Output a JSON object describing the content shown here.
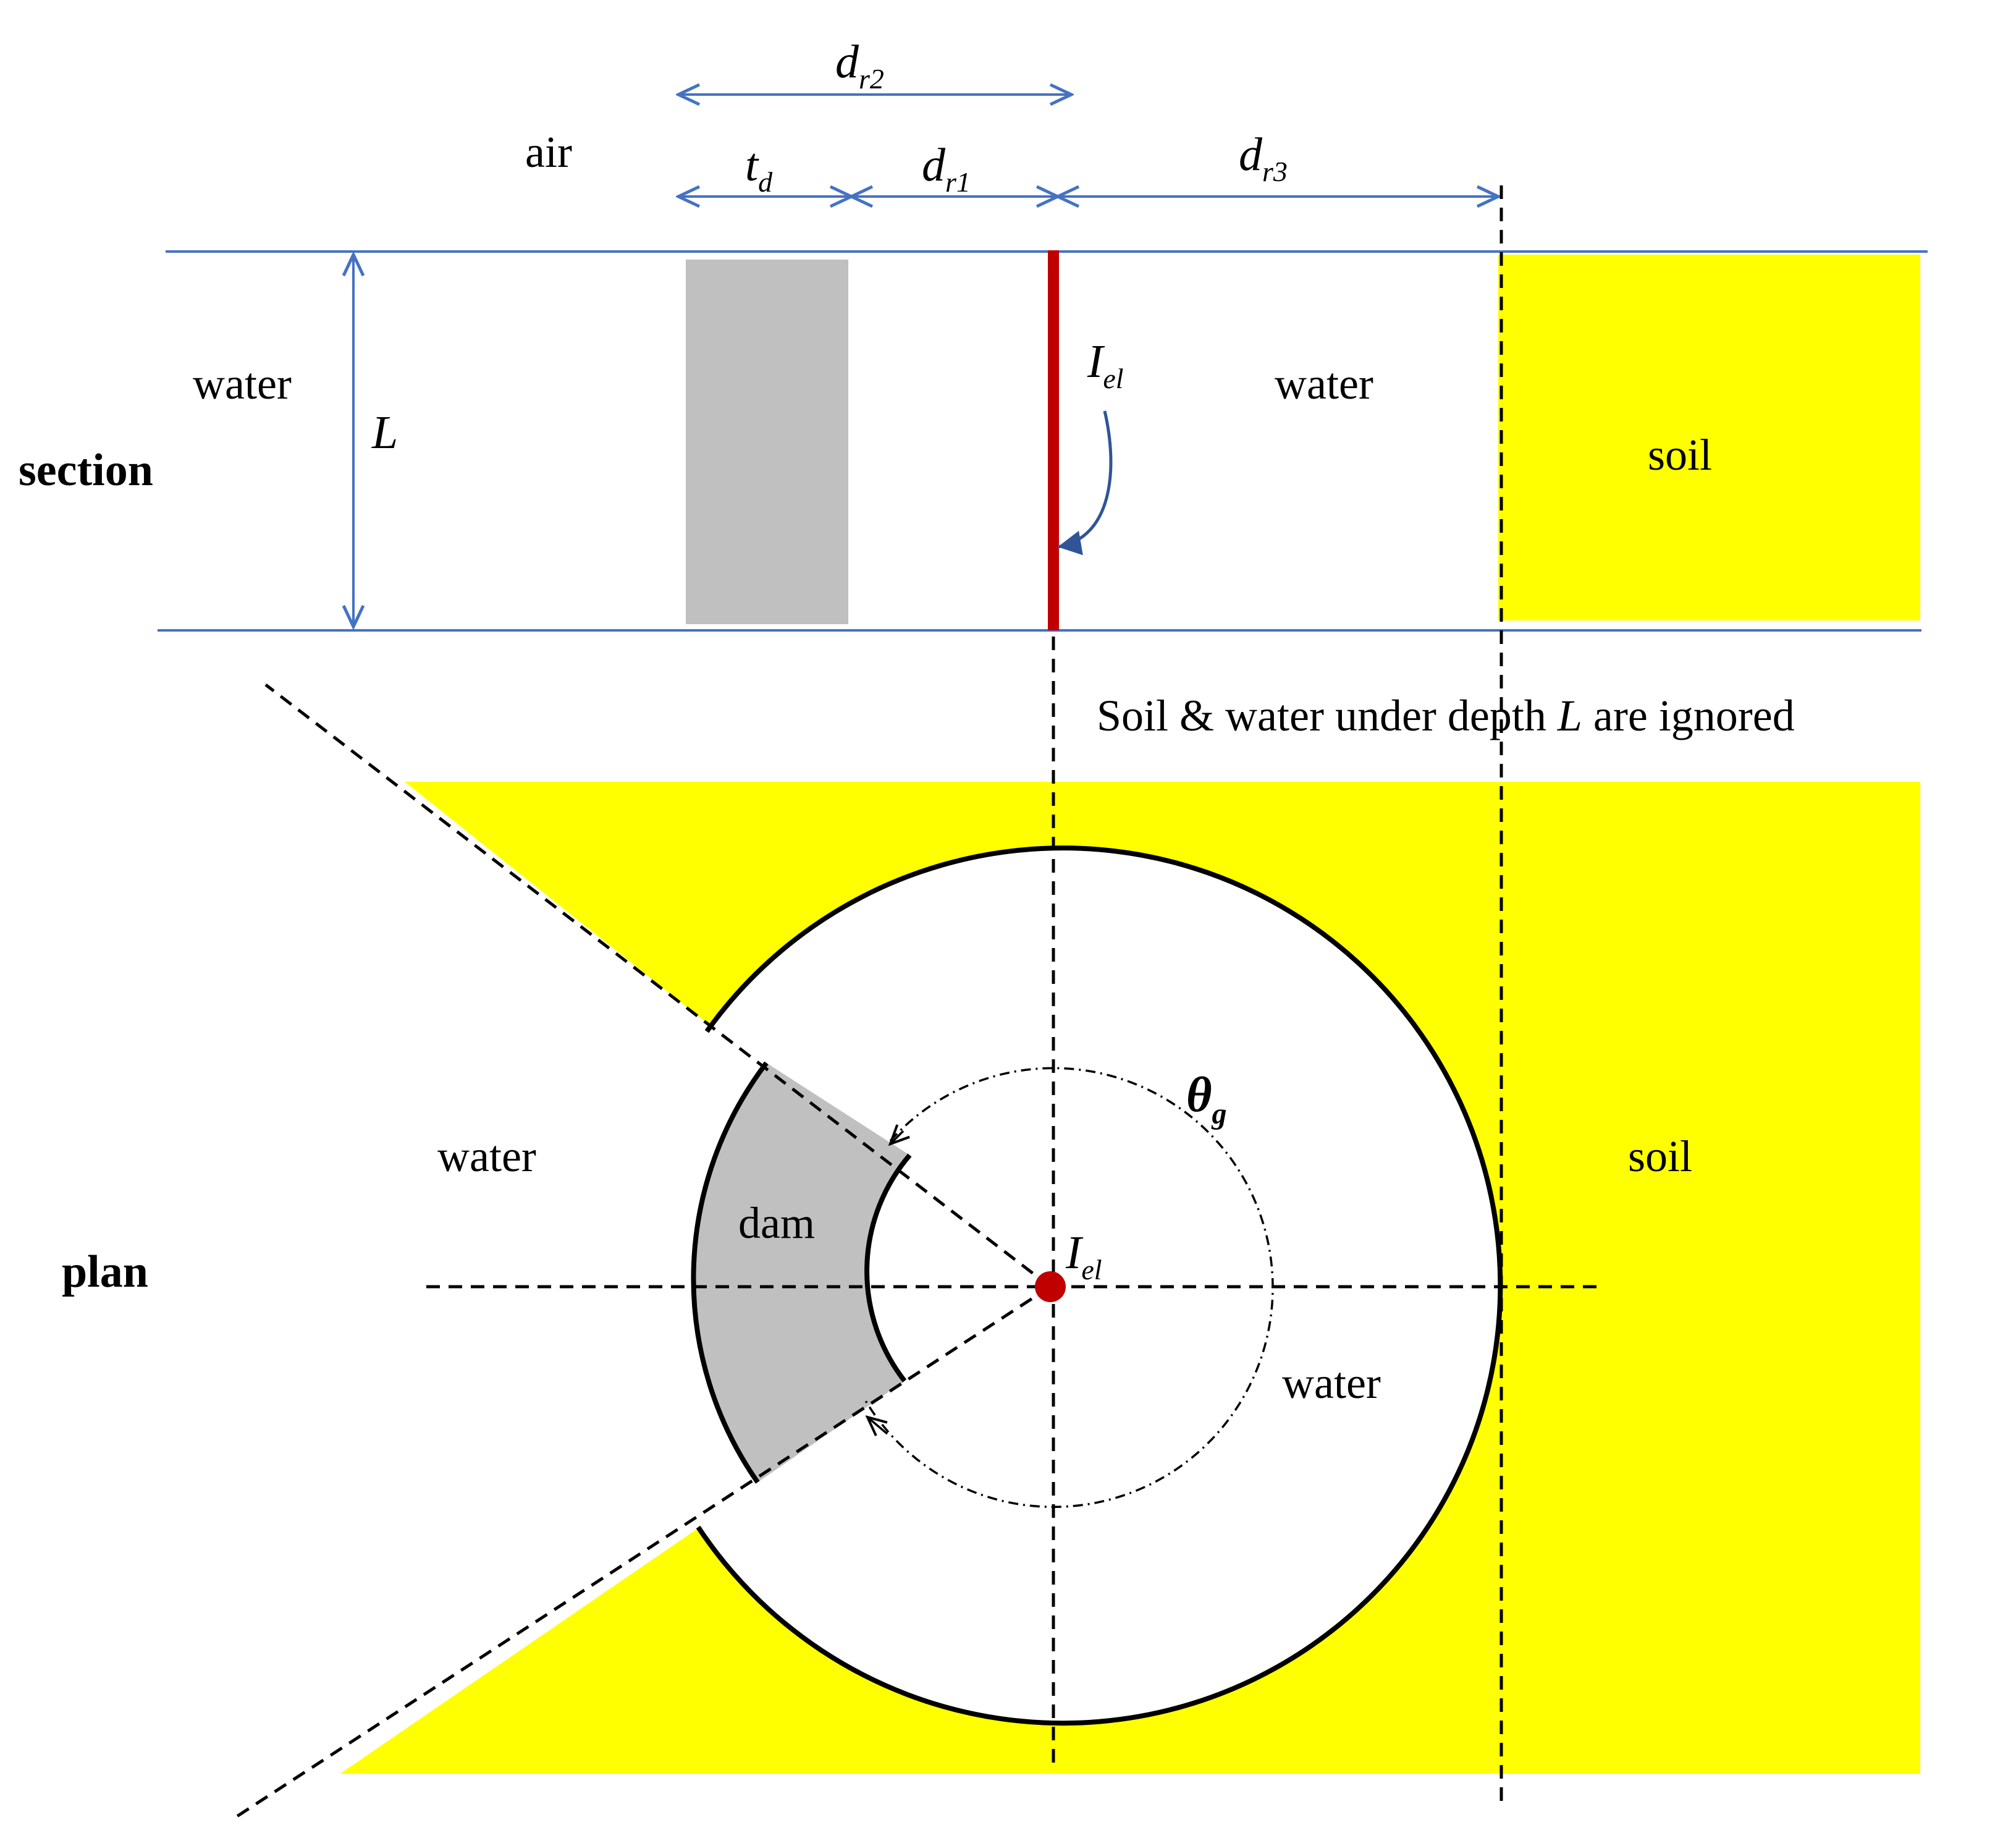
{
  "colors": {
    "soil": "#ffff00",
    "dam": "#c0c0c0",
    "water_line": "#4472c4",
    "dimension": "#4472c4",
    "electrode": "#c00000",
    "outline": "#000000",
    "current_arrow": "#2f5597"
  },
  "section": {
    "view_label": "section",
    "air": "air",
    "water_left": "water",
    "water_right": "water",
    "soil": "soil",
    "depth": "L",
    "dim_td": {
      "main": "t",
      "sub": "d"
    },
    "dim_dr1": {
      "main": "d",
      "sub": "r1"
    },
    "dim_dr2": {
      "main": "d",
      "sub": "r2"
    },
    "dim_dr3": {
      "main": "d",
      "sub": "r3"
    },
    "current": {
      "main": "I",
      "sub": "el"
    },
    "note": {
      "before": "Soil & water under depth ",
      "italic": "L",
      "after": " are ignored"
    }
  },
  "plan": {
    "view_label": "plan",
    "water_outer": "water",
    "water_inner": "water",
    "soil": "soil",
    "dam": "dam",
    "angle": {
      "main": "θ",
      "sub": "g"
    },
    "current": {
      "main": "I",
      "sub": "el"
    }
  }
}
